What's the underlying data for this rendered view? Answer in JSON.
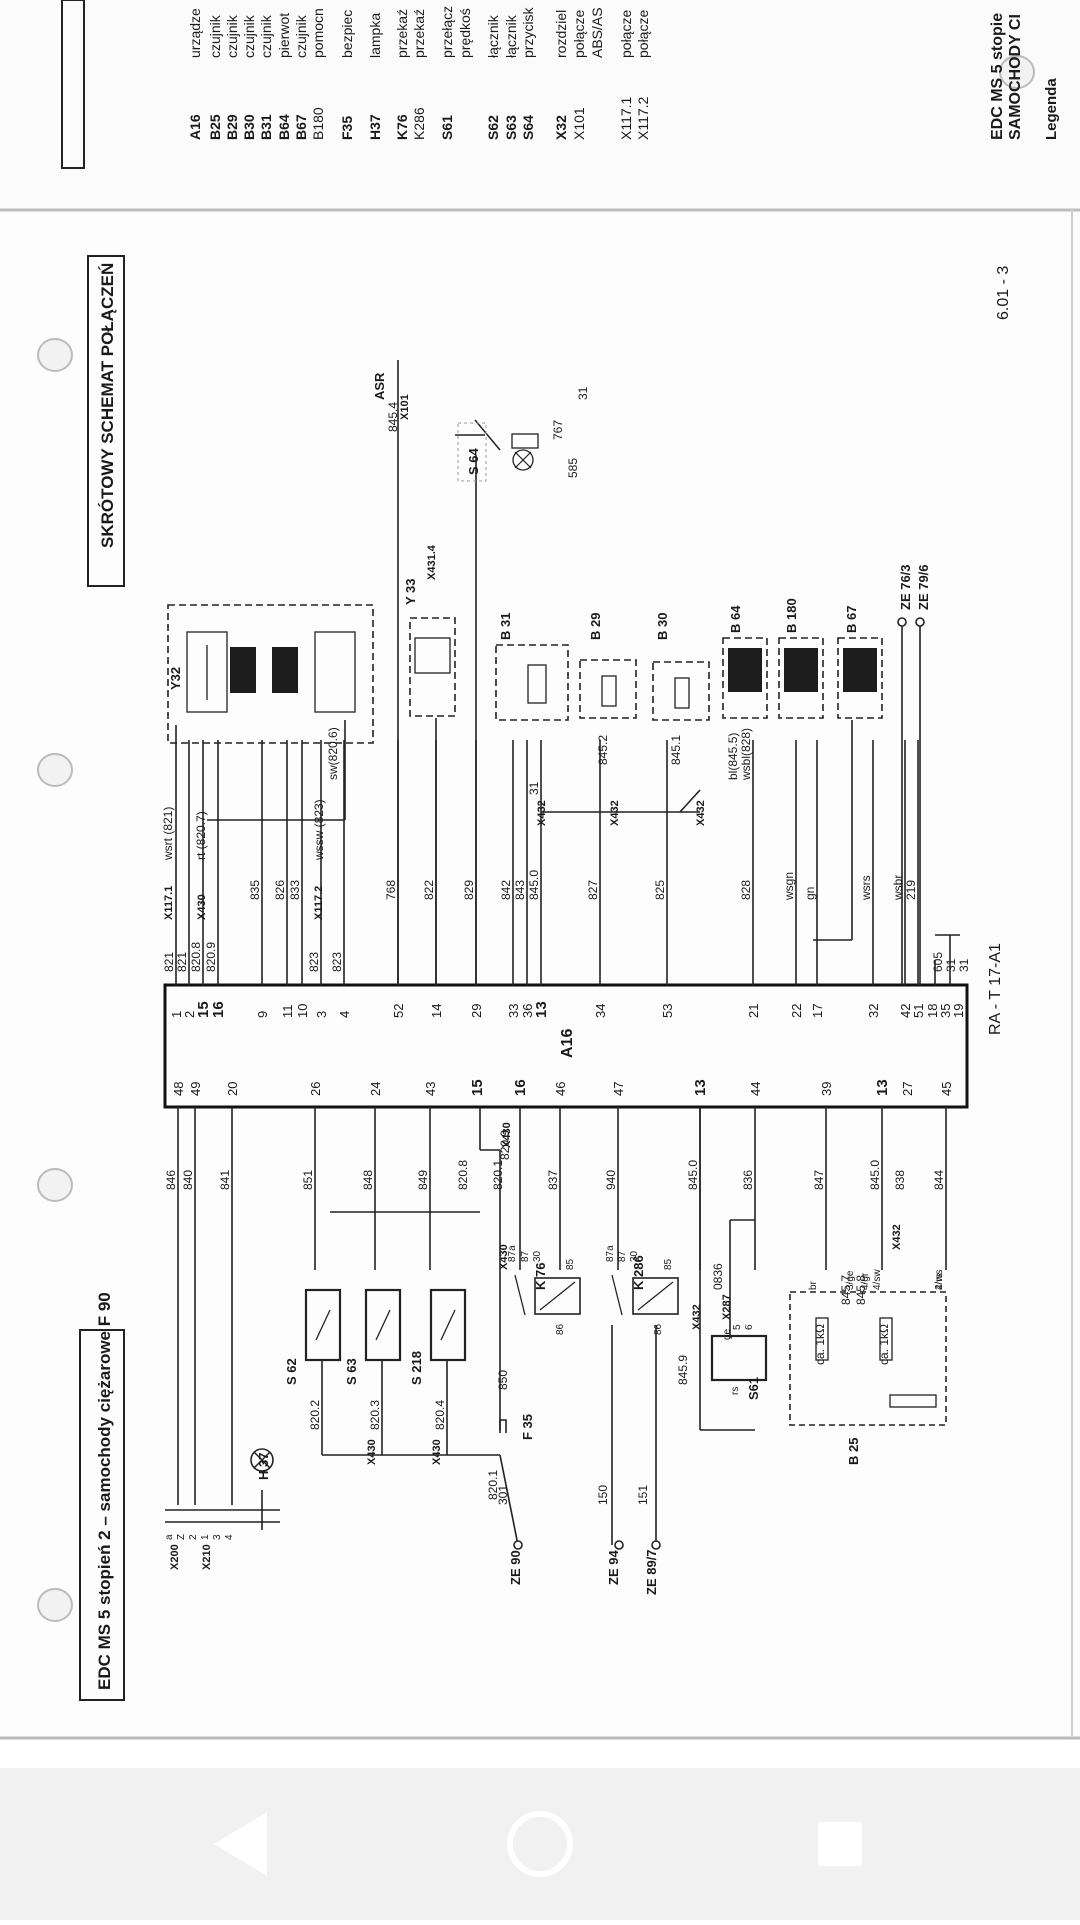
{
  "document": {
    "title_main": "EDC MS 5 stopień 2 – samochody ciężarowe F 90",
    "title_schema": "SKRÓTOWY SCHEMAT POŁĄCZEŃ",
    "page_ref": "6.01 - 3",
    "diagram_ref": "RA - T 17-A1"
  },
  "legend_page": {
    "title_line1": "EDC MS 5 stopie",
    "title_line2": "SAMOCHODY CI",
    "heading": "Legenda",
    "rows": [
      {
        "code": "A16",
        "text": "urządze"
      },
      {
        "code": "B25",
        "text": "czujnik"
      },
      {
        "code": "B29",
        "text": "czujnik"
      },
      {
        "code": "B30",
        "text": "czujnik"
      },
      {
        "code": "B31",
        "text": "czujnik"
      },
      {
        "code": "B64",
        "text": "pierwot"
      },
      {
        "code": "B67",
        "text": "czujnik"
      },
      {
        "code": "B180",
        "text": "pomocn"
      },
      {
        "code": "F35",
        "text": "bezpiec"
      },
      {
        "code": "H37",
        "text": "lampka"
      },
      {
        "code": "K76",
        "text": "przekaź"
      },
      {
        "code": "K286",
        "text": "przekaź"
      },
      {
        "code": "S61",
        "text": "przełącz"
      },
      {
        "code": "",
        "text": "prędkoś"
      },
      {
        "code": "S62",
        "text": "łącznik"
      },
      {
        "code": "S63",
        "text": "łącznik"
      },
      {
        "code": "S64",
        "text": "przycisk"
      },
      {
        "code": "X32",
        "text": "rozdziel"
      },
      {
        "code": "X101",
        "text": "połącze"
      },
      {
        "code": "",
        "text": "ABS/AS"
      },
      {
        "code": "X117.1",
        "text": "połącze"
      },
      {
        "code": "X117.2",
        "text": "połącze"
      }
    ]
  },
  "ecu": {
    "label": "A16",
    "pins_left": [
      "48",
      "49",
      "20",
      "26",
      "24",
      "43",
      "15",
      "16",
      "46",
      "47",
      "13",
      "44",
      "39",
      "13",
      "27",
      "45"
    ],
    "pins_right": [
      "1",
      "2",
      "15",
      "16",
      "9",
      "11",
      "10",
      "3",
      "4",
      "52",
      "14",
      "29",
      "33",
      "36",
      "13",
      "34",
      "53",
      "21",
      "22",
      "17",
      "32",
      "42",
      "51",
      "18",
      "35",
      "19"
    ]
  },
  "wires_left": [
    "846",
    "840",
    "841",
    "851",
    "848",
    "849",
    "820.8",
    "820.1",
    "820.9",
    "837",
    "940",
    "845.0",
    "836",
    "847",
    "845.0",
    "838",
    "844",
    "850",
    "820.2",
    "820.3",
    "820.4",
    "820.1",
    "301",
    "150",
    "151",
    "845.9",
    "0836",
    "845.7",
    "845.8"
  ],
  "wires_right": [
    "821",
    "821",
    "820.8",
    "820.9",
    "835",
    "826",
    "833",
    "823",
    "823",
    "768",
    "822",
    "829",
    "842",
    "843",
    "845.0",
    "827",
    "825",
    "828",
    "wsgn",
    "gn",
    "wsrs",
    "wsbr",
    "219",
    "605",
    "31",
    "31",
    "31",
    "845.2",
    "845.1",
    "845.4",
    "767",
    "585",
    "31"
  ],
  "wire_colors": [
    "wsrt (821)",
    "rt (820.7)",
    "wssw (823)",
    "sw(820.6)",
    "bl(845.5)",
    "wsbl(828)"
  ],
  "connectors": [
    "X117.1",
    "X430",
    "X117.2",
    "X101",
    "X431.4",
    "X432",
    "X432",
    "X432",
    "X200",
    "X210",
    "X430",
    "X430",
    "X430",
    "X430",
    "X287",
    "X432",
    "X432"
  ],
  "components": {
    "Y32": "Y32",
    "Y33": "Y 33",
    "B31": "B 31",
    "B29": "B 29",
    "B30": "B 30",
    "B64": "B 64",
    "B180": "B 180",
    "B67": "B 67",
    "S64": "S 64",
    "ASR": "ASR",
    "ZE763": "ZE 76/3",
    "ZE796": "ZE 79/6",
    "S62": "S 62",
    "S63": "S 63",
    "S218": "S 218",
    "K76": "K 76",
    "K286": "K 286",
    "F35": "F 35",
    "H37": "H 37",
    "S61": "S61",
    "B25": "B 25",
    "ZE90": "ZE 90",
    "ZE94": "ZE 94",
    "ZE897": "ZE 89/7",
    "res1": "ca. 1kΩ",
    "res2": "ca. 1kΩ"
  },
  "terminal_labels": [
    "87a",
    "87",
    "30",
    "86",
    "85",
    "87a",
    "87",
    "30",
    "86",
    "85",
    "a",
    "Z",
    "2",
    "1",
    "3",
    "4",
    "5",
    "6",
    "rs",
    "ge",
    "br",
    "3/ge",
    "4/gr",
    "4/sw",
    "2/ws",
    "4/rs"
  ],
  "navigation": {
    "back": "back-icon",
    "home": "home-icon",
    "recents": "recents-icon"
  }
}
